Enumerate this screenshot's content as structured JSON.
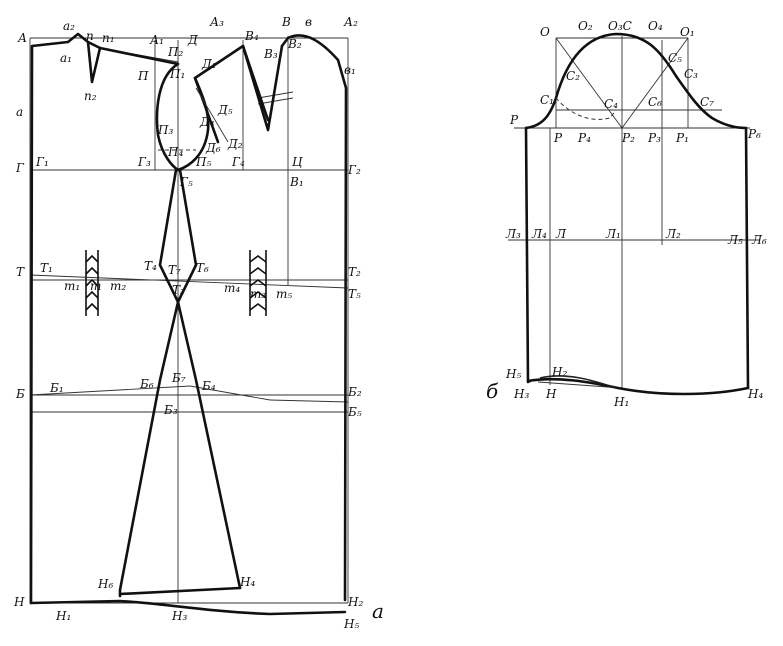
{
  "figure_a": {
    "caption": "а",
    "labels": {
      "A": "А",
      "a2": "а₂",
      "p": "п",
      "p1": "п₁",
      "A1": "А₁",
      "P2": "П₂",
      "D": "Д",
      "A3": "А₃",
      "V4": "В₄",
      "V_big": "В",
      "v_small": "в",
      "A2": "А₂",
      "a1": "а₁",
      "P": "П",
      "P1": "П₁",
      "D1": "Д₁",
      "V3": "В₃",
      "V2": "В₂",
      "v1": "в₁",
      "a": "а",
      "p2": "п₂",
      "D5": "Д₅",
      "D4": "Д₄",
      "D2": "Д₂",
      "D6": "Д₆",
      "P3": "П₃",
      "P4": "П₄",
      "P5": "П₅",
      "G3": "Г₃",
      "G4": "Г₄",
      "Ts": "Ц",
      "G": "Г",
      "G1": "Г₁",
      "G5": "Г₅",
      "V1": "В₁",
      "G2": "Г₂",
      "T": "Т",
      "T1": "Т₁",
      "T4": "Т₄",
      "T7": "Т₇",
      "T6": "Т₆",
      "T2": "Т₂",
      "T3": "Т₃",
      "T5": "Т₅",
      "t1": "т₁",
      "t": "т",
      "t2": "т₂",
      "t4": "т₄",
      "t3": "т₃",
      "t5": "т₅",
      "B": "Б",
      "B1": "Б₁",
      "B6": "Б₆",
      "B7": "Б₇",
      "B4": "Б₄",
      "B3": "Б₃",
      "B2": "Б₂",
      "B5": "Б₅",
      "H6": "Н₆",
      "H4": "Н₄",
      "H": "Н",
      "H1": "Н₁",
      "H3": "Н₃",
      "H2": "Н₂",
      "H5": "Н₅"
    }
  },
  "figure_b": {
    "caption": "б",
    "labels": {
      "O": "О",
      "O2": "О₂",
      "O3C": "О₃С",
      "O4": "О₄",
      "O1": "О₁",
      "C2": "С₂",
      "C5": "С₅",
      "C3": "С₃",
      "C1": "С₁",
      "C4": "С₄",
      "C6": "С₆",
      "C7": "С₇",
      "R": "Р",
      "R_in": "Р",
      "R4": "Р₄",
      "R2": "Р₂",
      "R3": "Р₃",
      "R1": "Р₁",
      "R6": "Р₆",
      "L3": "Л₃",
      "L4": "Л₄",
      "L": "Л",
      "L1": "Л₁",
      "L2": "Л₂",
      "L5": "Л₅",
      "L6": "Л₆",
      "H5": "Н₅",
      "H2": "Н₂",
      "H3": "Н₃",
      "H": "Н",
      "H1": "Н₁",
      "H4": "Н₄"
    }
  }
}
